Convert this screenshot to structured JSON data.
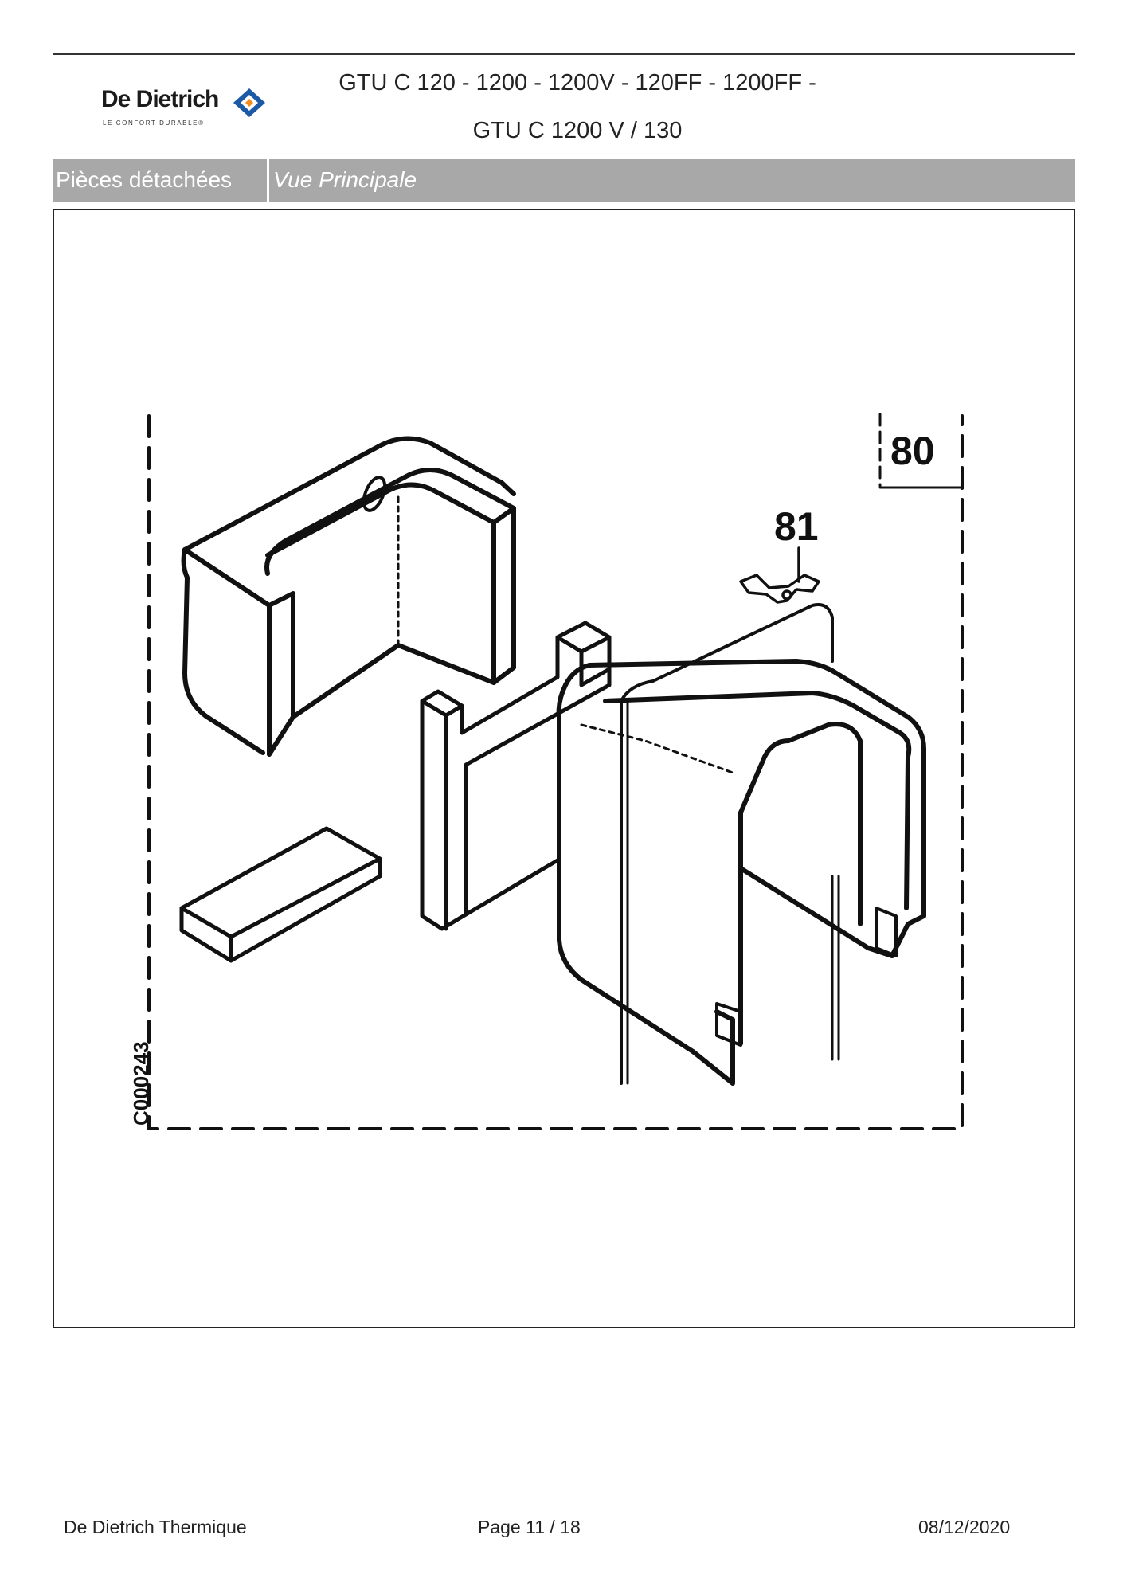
{
  "header": {
    "brand_name": "De Dietrich",
    "brand_tagline": "LE CONFORT DURABLE®",
    "title_line1": "GTU C 120 - 1200 - 1200V - 120FF - 1200FF -",
    "title_line2": "GTU C 1200 V / 130"
  },
  "section_bar": {
    "left_label": "Pièces détachées",
    "right_label": "Vue Principale"
  },
  "drawing": {
    "ref_code": "C000243",
    "labels": [
      "80",
      "81"
    ]
  },
  "footer": {
    "company": "De Dietrich Thermique",
    "page": "Page 11  /  18",
    "date": "08/12/2020"
  },
  "colors": {
    "bar_background": "#a8a8a8",
    "logo_blue": "#1c5aa6",
    "logo_orange": "#f28c1d"
  }
}
